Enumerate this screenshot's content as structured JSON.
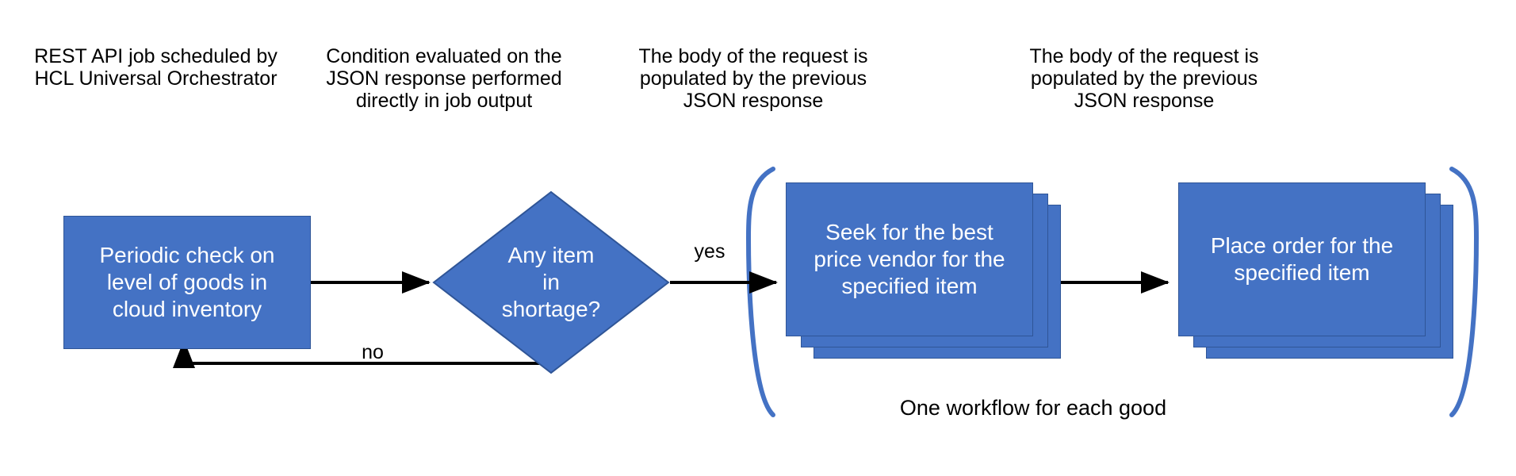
{
  "diagram": {
    "title": "REST API job workflow flowchart",
    "colors": {
      "node_fill": "#4472C4",
      "node_border": "#2F5597",
      "node_text": "#FFFFFF",
      "connector": "#000000",
      "bracket": "#4472C4",
      "background": "#FFFFFF"
    },
    "captions": [
      {
        "id": "caption-1",
        "text": "REST API job scheduled by\nHCL Universal Orchestrator"
      },
      {
        "id": "caption-2",
        "text": "Condition evaluated on the\nJSON response performed\ndirectly in job output"
      },
      {
        "id": "caption-3",
        "text": "The body of the request is\npopulated by the previous\nJSON response"
      },
      {
        "id": "caption-4",
        "text": "The body of the request is\npopulated by the previous\nJSON response"
      }
    ],
    "nodes": [
      {
        "id": "node-periodic-check",
        "type": "process",
        "text": "Periodic check on\nlevel of goods in\ncloud inventory"
      },
      {
        "id": "node-any-item-shortage",
        "type": "decision",
        "text": "Any item\nin\nshortage?"
      },
      {
        "id": "node-seek-vendor",
        "type": "multi-process",
        "text": "Seek for the best\nprice vendor for the\nspecified item",
        "stack_count": 3
      },
      {
        "id": "node-place-order",
        "type": "multi-process",
        "text": "Place order for the\nspecified item",
        "stack_count": 3
      }
    ],
    "edges": [
      {
        "id": "edge-check-to-decision",
        "from": "node-periodic-check",
        "to": "node-any-item-shortage",
        "label": ""
      },
      {
        "id": "edge-decision-yes",
        "from": "node-any-item-shortage",
        "to": "node-seek-vendor",
        "label": "yes"
      },
      {
        "id": "edge-decision-no",
        "from": "node-any-item-shortage",
        "to": "node-periodic-check",
        "label": "no"
      },
      {
        "id": "edge-seek-to-order",
        "from": "node-seek-vendor",
        "to": "node-place-order",
        "label": ""
      }
    ],
    "group": {
      "id": "group-workflow",
      "label": "One workflow for each good",
      "bracket_left": "(",
      "bracket_right": ")"
    }
  }
}
